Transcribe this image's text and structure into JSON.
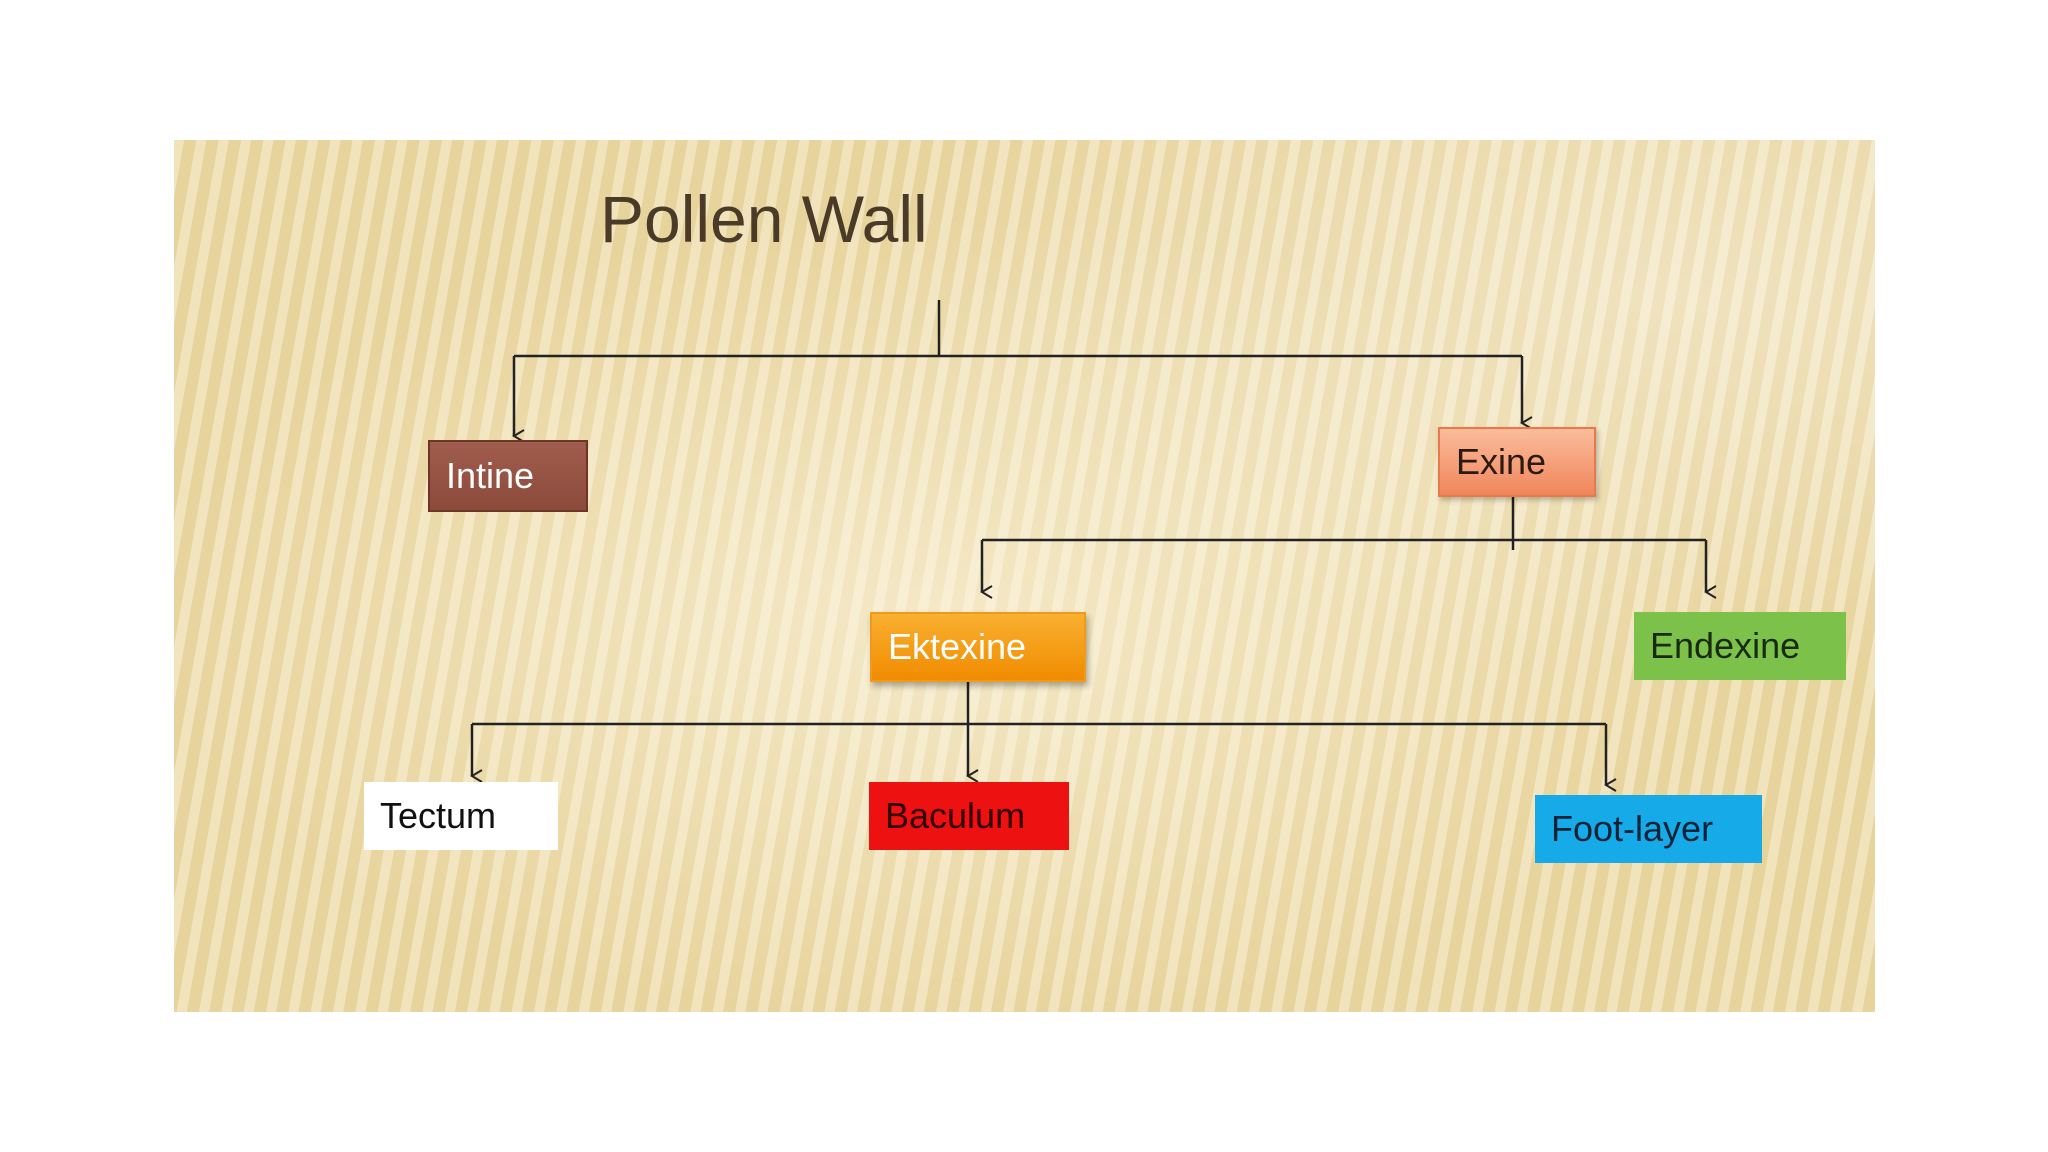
{
  "diagram": {
    "title": "Pollen Wall",
    "nodes": {
      "intine": "Intine",
      "exine": "Exine",
      "ektexine": "Ektexine",
      "endexine": "Endexine",
      "tectum": "Tectum",
      "baculum": "Baculum",
      "foot_layer": "Foot-layer"
    },
    "edges": [
      {
        "from": "title",
        "to": "intine"
      },
      {
        "from": "title",
        "to": "exine"
      },
      {
        "from": "exine",
        "to": "ektexine"
      },
      {
        "from": "exine",
        "to": "endexine"
      },
      {
        "from": "ektexine",
        "to": "tectum"
      },
      {
        "from": "ektexine",
        "to": "baculum"
      },
      {
        "from": "ektexine",
        "to": "foot_layer"
      }
    ],
    "colors": {
      "intine": "#8c4a3c",
      "exine": "#f0865b",
      "ektexine": "#f08c00",
      "endexine": "#7cc24a",
      "tectum": "#ffffff",
      "baculum": "#ee1111",
      "foot_layer": "#16aae8",
      "background": "#ecd9a3"
    }
  }
}
